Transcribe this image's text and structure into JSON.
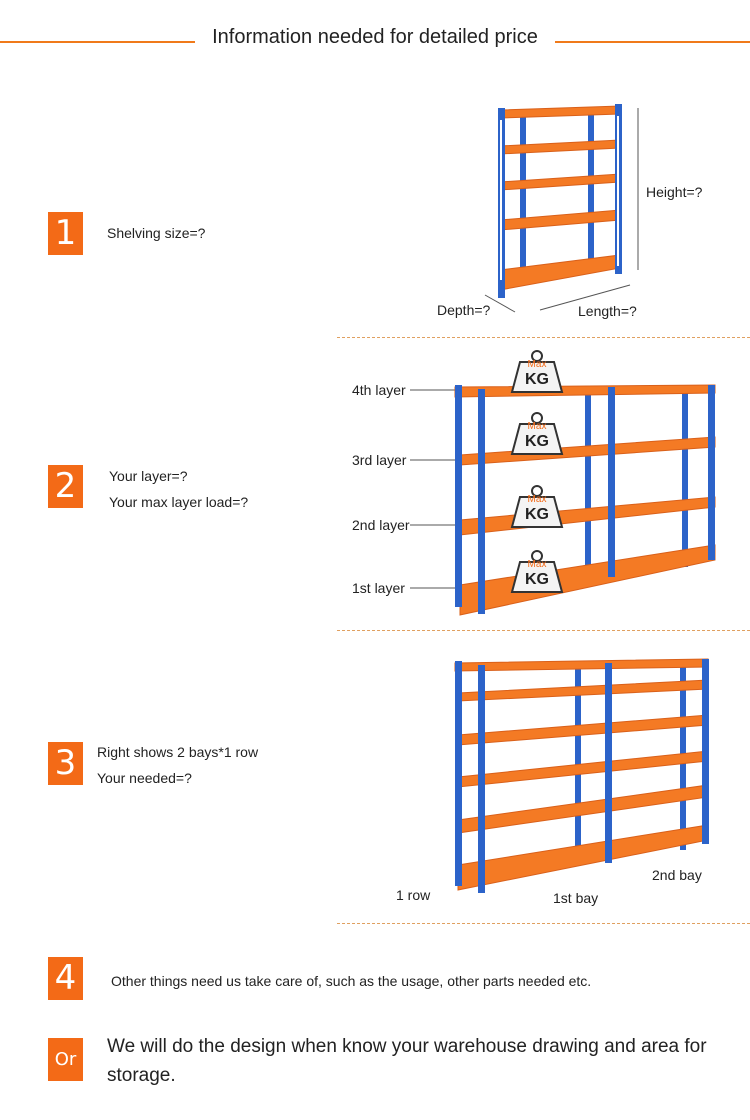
{
  "header": {
    "title": "Information needed for detailed price"
  },
  "sections": [
    {
      "number": "1",
      "lines": [
        "Shelving size=?"
      ]
    },
    {
      "number": "2",
      "lines": [
        "Your layer=?",
        "Your max layer load=?"
      ]
    },
    {
      "number": "3",
      "lines": [
        "Right shows 2 bays*1 row",
        "Your needed=?"
      ]
    },
    {
      "number": "4",
      "lines": [
        "Other things need us take care of, such as the usage, other parts needed etc."
      ]
    },
    {
      "number": "Or",
      "lines": [
        "We will do the design when know your warehouse drawing and area for",
        "storage."
      ]
    }
  ],
  "figure1": {
    "height": "Height=?",
    "depth": "Depth=?",
    "length": "Length=?"
  },
  "figure2": {
    "layers": [
      "4th layer",
      "3rd layer",
      "2nd layer",
      "1st layer"
    ],
    "weight_top": "Max",
    "weight_bottom": "KG"
  },
  "figure3": {
    "row": "1 row",
    "bay1": "1st bay",
    "bay2": "2nd bay"
  },
  "colors": {
    "accent": "#f36a17",
    "shelf": "#f47a24",
    "upright": "#2c63c9"
  }
}
